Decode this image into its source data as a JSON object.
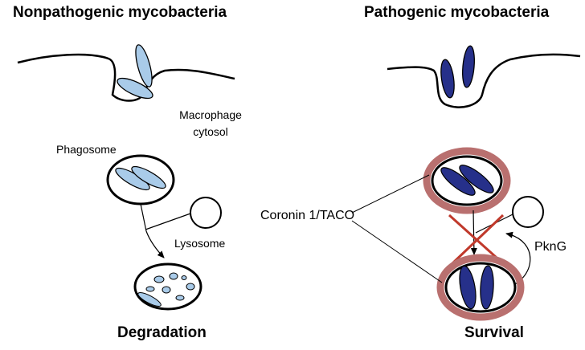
{
  "panels": {
    "left": {
      "title": "Nonpathogenic mycobacteria",
      "outcome": "Degradation"
    },
    "right": {
      "title": "Pathogenic mycobacteria",
      "outcome": "Survival"
    }
  },
  "labels": {
    "macrophage_line1": "Macrophage",
    "macrophage_line2": "cytosol",
    "phagosome": "Phagosome",
    "lysosome": "Lysosome",
    "coronin": "Coronin 1/TACO",
    "pkng": "PknG"
  },
  "colors": {
    "nonpathogenic_fill": "#a9cbe9",
    "pathogenic_fill": "#26308a",
    "coronin_ring": "#b9706f",
    "block_cross": "#c0392b",
    "line": "#000000"
  }
}
